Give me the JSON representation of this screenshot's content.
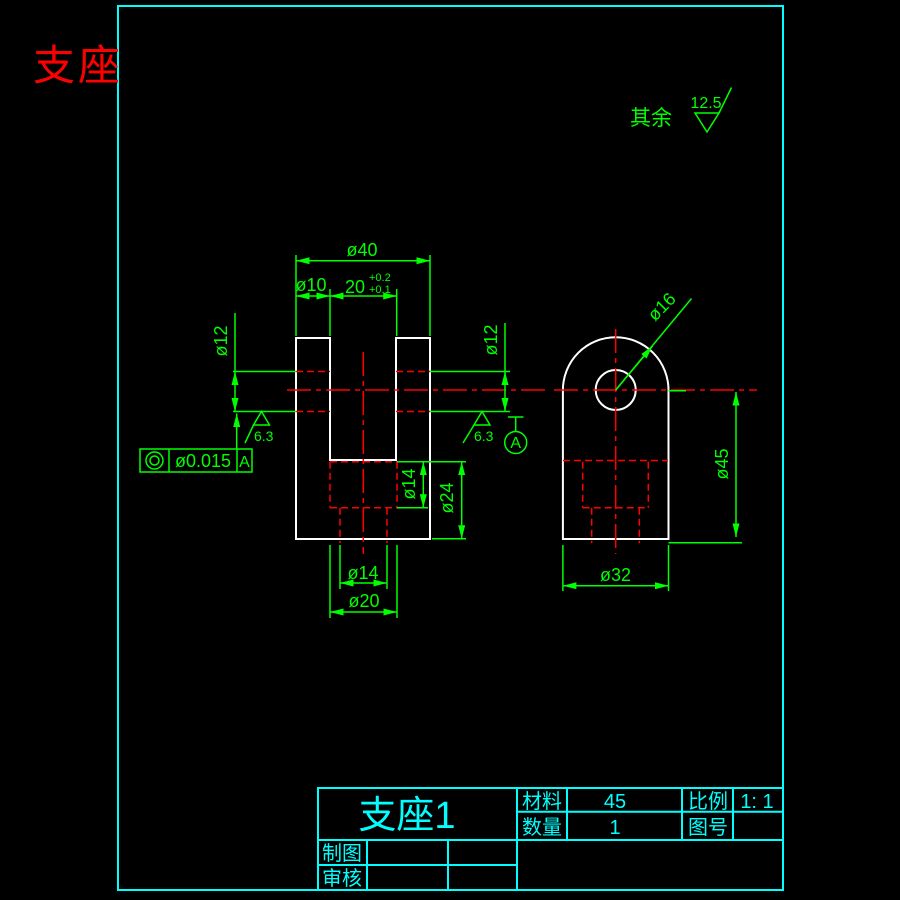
{
  "colors": {
    "background": "#000000",
    "border": "#00FFFF",
    "outline": "#FFFFFF",
    "dimension": "#00FF00",
    "centerline": "#FF0000",
    "corner_label": "#FF0000"
  },
  "labels": {
    "drawing_title": "支座",
    "general_note": "其余",
    "general_roughness": "12.5"
  },
  "front_view": {
    "dim_overall_width": "ø40",
    "dim_leg_width": "ø10",
    "dim_slot_width": "20",
    "dim_slot_tol_upper": "+0.2",
    "dim_slot_tol_lower": "+0.1",
    "dim_hole_left": "ø12",
    "dim_hole_right": "ø12",
    "dim_cbore_depth": "ø14",
    "dim_hole_depth": "ø24",
    "dim_bottom_hole": "ø14",
    "dim_bottom_cbore": "ø20",
    "roughness_left": "6.3",
    "roughness_right": "6.3",
    "datum_label": "A",
    "fcf": {
      "symbol_icon": "concentricity-icon",
      "tolerance": "ø0.015",
      "datum": "A"
    }
  },
  "side_view": {
    "dim_hole": "ø16",
    "dim_center_to_bottom": "ø45",
    "dim_width": "ø32"
  },
  "title_block": {
    "part_name": "支座1",
    "material_label": "材料",
    "material_value": "45",
    "quantity_label": "数量",
    "quantity_value": "1",
    "scale_label": "比例",
    "scale_value": "1: 1",
    "drawing_no_label": "图号",
    "drafted_label": "制图",
    "checked_label": "审核"
  }
}
